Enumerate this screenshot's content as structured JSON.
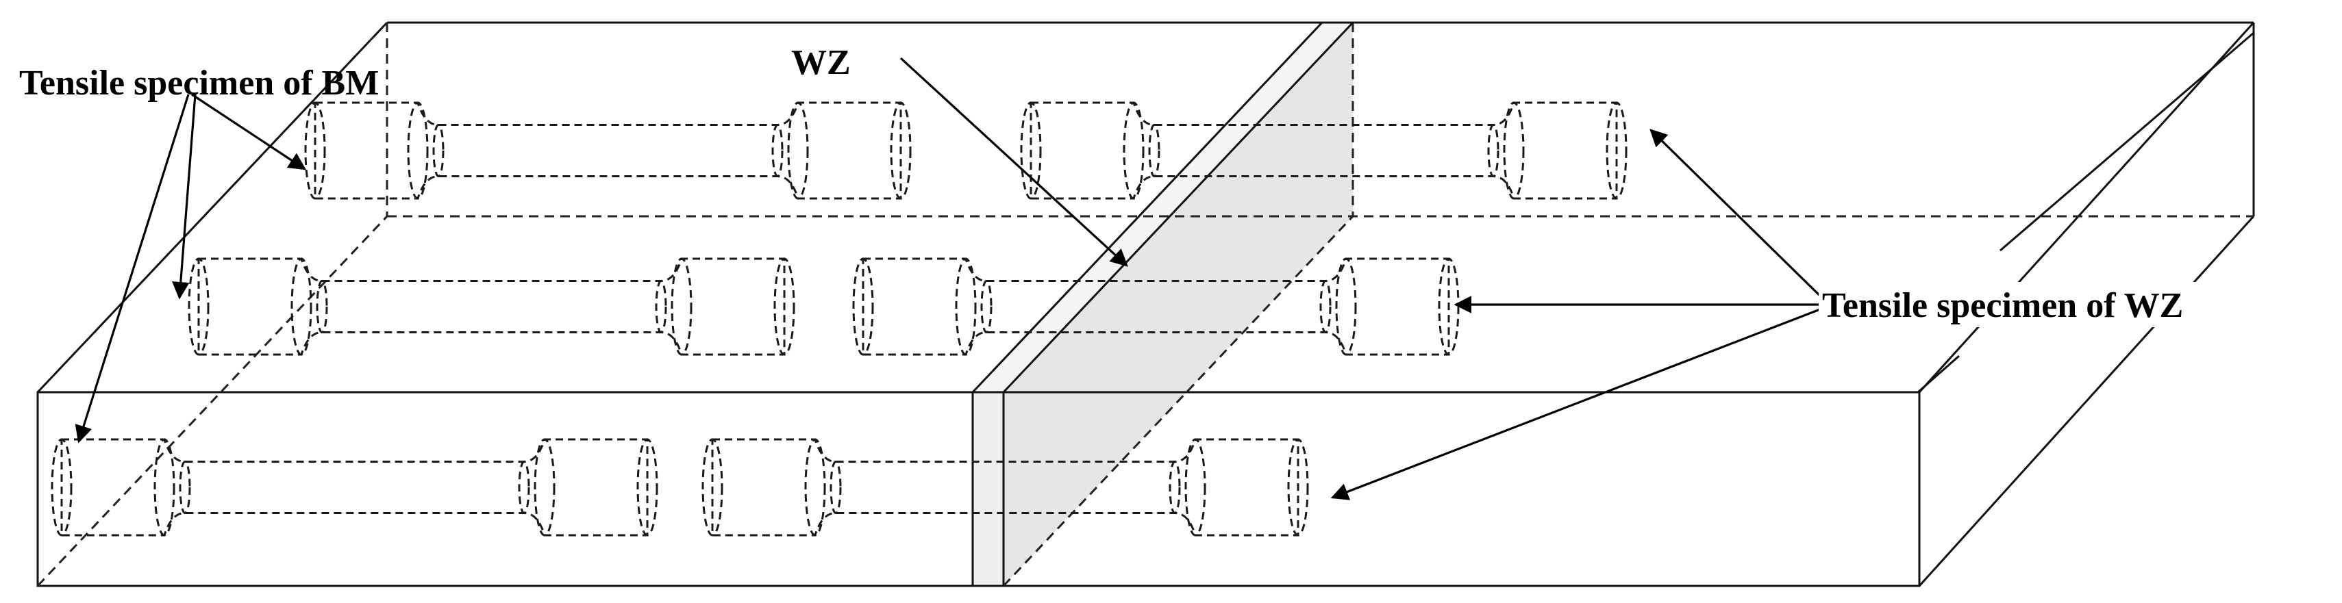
{
  "labels": {
    "bm": "Tensile specimen of BM",
    "wz": "WZ",
    "wz_specimen": "Tensile specimen of WZ"
  },
  "colors": {
    "line": "#111111",
    "weld_zone_fill": "#e6e6e6",
    "background": "#ffffff"
  }
}
